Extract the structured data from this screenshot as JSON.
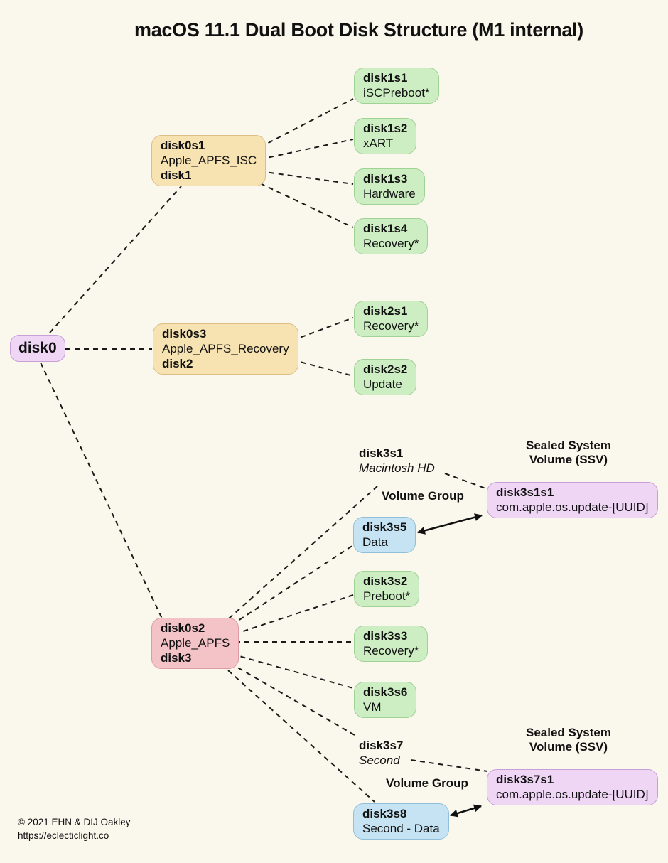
{
  "title": "macOS 11.1 Dual Boot Disk Structure (M1 internal)",
  "colors": {
    "background": "#FAF7EC",
    "text": "#111111",
    "green": "#CDEDC3",
    "green_border": "#9ED394",
    "tan": "#F7E3B2",
    "tan_border": "#DCBE85",
    "red": "#F3C3C8",
    "red_border": "#DE9DA6",
    "purple": "#EFD6F5",
    "purple_border": "#C79ED8",
    "blue": "#C5E3F2",
    "blue_border": "#8FBFD9"
  },
  "nodes": {
    "disk0": {
      "id": "disk0"
    },
    "disk0s1": {
      "id": "disk0s1",
      "type": "Apple_APFS_ISC",
      "synthesized": "disk1"
    },
    "disk0s3": {
      "id": "disk0s3",
      "type": "Apple_APFS_Recovery",
      "synthesized": "disk2"
    },
    "disk0s2": {
      "id": "disk0s2",
      "type": "Apple_APFS",
      "synthesized": "disk3"
    },
    "disk1s1": {
      "id": "disk1s1",
      "name": "iSCPreboot*"
    },
    "disk1s2": {
      "id": "disk1s2",
      "name": "xART"
    },
    "disk1s3": {
      "id": "disk1s3",
      "name": "Hardware"
    },
    "disk1s4": {
      "id": "disk1s4",
      "name": "Recovery*"
    },
    "disk2s1": {
      "id": "disk2s1",
      "name": "Recovery*"
    },
    "disk2s2": {
      "id": "disk2s2",
      "name": "Update"
    },
    "disk3s1": {
      "id": "disk3s1",
      "name": "Macintosh HD"
    },
    "disk3s5": {
      "id": "disk3s5",
      "name": "Data"
    },
    "disk3s2": {
      "id": "disk3s2",
      "name": "Preboot*"
    },
    "disk3s3": {
      "id": "disk3s3",
      "name": "Recovery*"
    },
    "disk3s6": {
      "id": "disk3s6",
      "name": "VM"
    },
    "disk3s7": {
      "id": "disk3s7",
      "name": "Second"
    },
    "disk3s8": {
      "id": "disk3s8",
      "name": "Second - Data"
    },
    "disk3s1s1": {
      "id": "disk3s1s1",
      "name": "com.apple.os.update-[UUID]"
    },
    "disk3s7s1": {
      "id": "disk3s7s1",
      "name": "com.apple.os.update-[UUID]"
    }
  },
  "labels": {
    "ssv_line1": "Sealed System",
    "ssv_line2": "Volume (SSV)",
    "volume_group": "Volume Group"
  },
  "footer": {
    "copyright": "© 2021 EHN & DIJ Oakley",
    "url": "https://eclecticlight.co"
  }
}
